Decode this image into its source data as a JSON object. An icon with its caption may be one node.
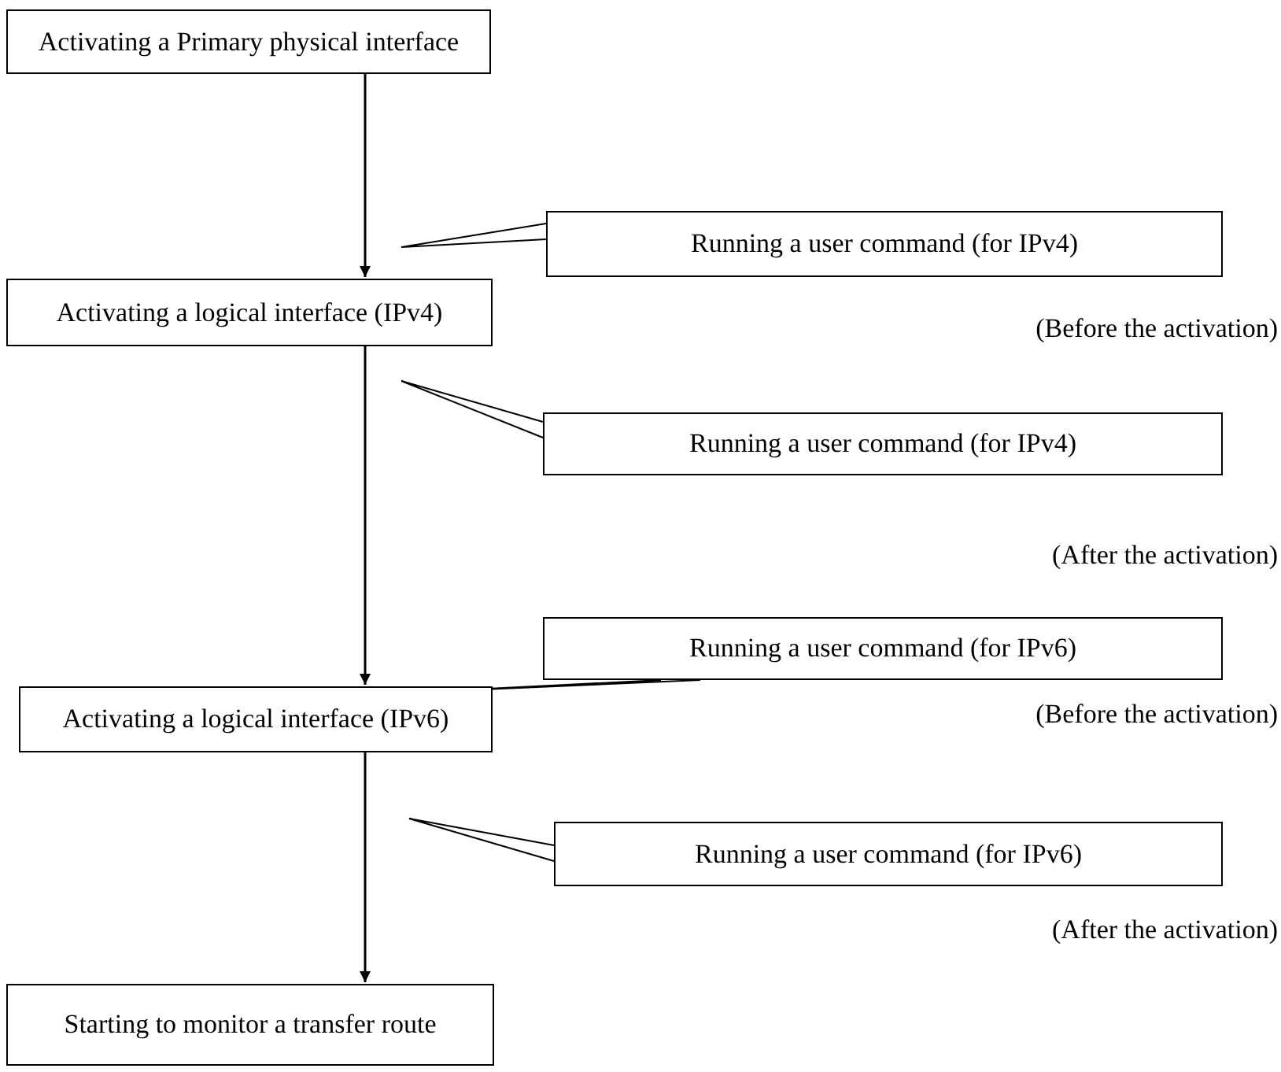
{
  "diagram": {
    "nodes": [
      {
        "text": [
          "Activating a Primary physical interface"
        ]
      },
      {
        "text": [
          "Running a user command (for IPv4)"
        ],
        "beside": [
          "(Before the activation)"
        ]
      },
      {
        "text": [
          "Activating a logical interface (IPv4)"
        ]
      },
      {
        "text": [
          "Running a user command (for IPv4)"
        ],
        "beside": [
          "(After the activation)"
        ]
      },
      {
        "text": [
          "Running a user command (for IPv6)"
        ],
        "beside": [
          "(Before the activation)"
        ]
      },
      {
        "text": [
          "Activating a logical interface (IPv6)"
        ]
      },
      {
        "text": [
          "Running a user command (for IPv6)"
        ],
        "beside": [
          "(After the activation)"
        ]
      },
      {
        "text": [
          "Starting to monitor a transfer route"
        ]
      }
    ],
    "edges": [
      {
        "from": 0,
        "to": 2,
        "arrow": "to"
      },
      {
        "from": 2,
        "to": 5,
        "arrow": "to"
      },
      {
        "from": 5,
        "to": 7,
        "arrow": "to"
      },
      {
        "from": 1,
        "to": null,
        "arrow": "none"
      },
      {
        "from": 3,
        "to": null,
        "arrow": "none"
      },
      {
        "from": 4,
        "to": null,
        "arrow": "none"
      },
      {
        "from": 6,
        "to": null,
        "arrow": "none"
      }
    ]
  }
}
